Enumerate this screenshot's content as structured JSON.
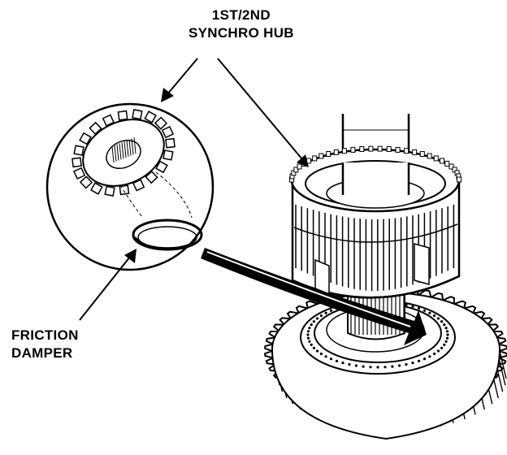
{
  "labels": {
    "synchro_hub": {
      "line1": "1ST/2ND",
      "line2": "SYNCHRO HUB"
    },
    "friction_damper": {
      "line1": "FRICTION",
      "line2": "DAMPER"
    }
  },
  "colors": {
    "ink": "#000000",
    "paper": "#ffffff",
    "shade": "#cfcfcf"
  }
}
